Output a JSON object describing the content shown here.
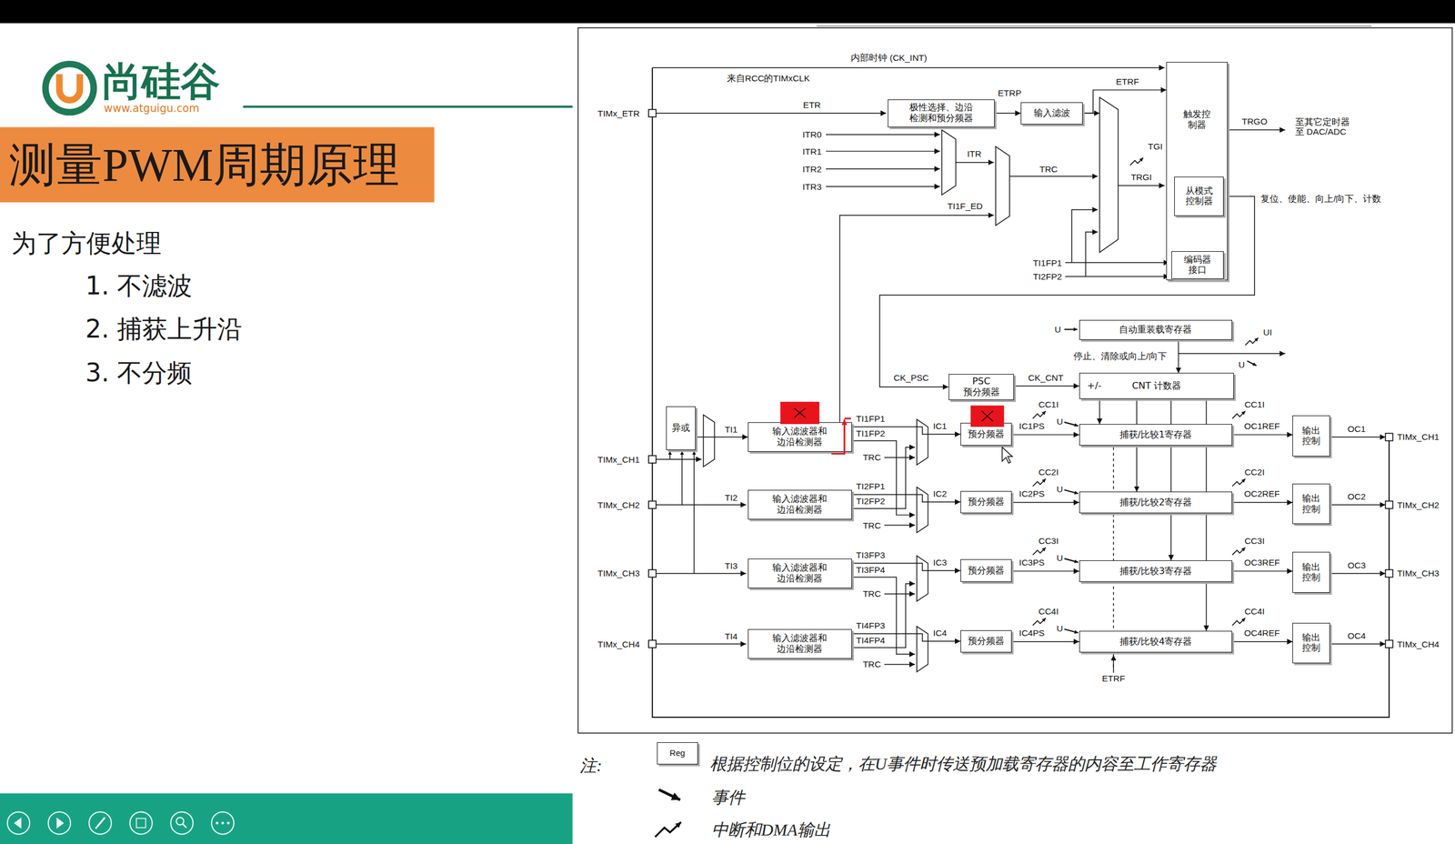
{
  "diagram": {
    "title": "测量PWM周期原理",
    "nodes": [
      {
        "text": [
          "极性选择、边沿检测和预分频器"
        ]
      },
      {
        "text": [
          "输入滤波"
        ]
      },
      {
        "text": [
          "触发控制器"
        ]
      },
      {
        "text": [
          "从模式控制器"
        ],
        "in": 2
      },
      {
        "text": [
          "编码器接口"
        ],
        "in": 2
      },
      {
        "text": [
          "自动重装载寄存器"
        ]
      },
      {
        "text": [
          "PSC",
          "预分频器"
        ]
      },
      {
        "text": [
          "+/-",
          "CNT 计数器"
        ]
      },
      {
        "text": [
          "异或"
        ]
      },
      {
        "text": [
          "输入滤波器和边沿检测器"
        ]
      },
      {
        "text": [
          "预分频器"
        ]
      },
      {
        "text": [
          "捕获/比较1寄存器"
        ]
      },
      {
        "text": [
          "输出控制"
        ]
      },
      {
        "text": [
          "输入滤波器和边沿检测器"
        ]
      },
      {
        "text": [
          "预分频器"
        ]
      },
      {
        "text": [
          "捕获/比较2寄存器"
        ]
      },
      {
        "text": [
          "输出控制"
        ]
      },
      {
        "text": [
          "输入滤波器和边沿检测器"
        ]
      },
      {
        "text": [
          "预分频器"
        ]
      },
      {
        "text": [
          "捕获/比较3寄存器"
        ]
      },
      {
        "text": [
          "输出控制"
        ]
      },
      {
        "text": [
          "输入滤波器和边沿检测器"
        ]
      },
      {
        "text": [
          "预分频器"
        ]
      },
      {
        "text": [
          "捕获/比较4寄存器"
        ]
      },
      {
        "text": [
          "输出控制"
        ]
      },
      {
        "text": [
          "Reg"
        ]
      }
    ],
    "edges": [
      {
        "from": 0,
        "to": 1,
        "arrow": "to"
      },
      {
        "from": 1,
        "to": 2,
        "arrow": "to"
      },
      {
        "from": 3,
        "to": 6,
        "arrow": "to"
      },
      {
        "from": 6,
        "to": 7,
        "arrow": "to"
      },
      {
        "from": 5,
        "to": 7,
        "arrow": "to"
      },
      {
        "from": 7,
        "to": 11,
        "arrow": "to"
      },
      {
        "from": 7,
        "to": 15,
        "arrow": "to"
      },
      {
        "from": 7,
        "to": 19,
        "arrow": "to"
      },
      {
        "from": 7,
        "to": 23,
        "arrow": "to"
      },
      {
        "from": 8,
        "to": 9,
        "arrow": "to"
      },
      {
        "from": 9,
        "to": 10,
        "arrow": "to"
      },
      {
        "from": 10,
        "to": 11,
        "arrow": "to"
      },
      {
        "from": 11,
        "to": 12,
        "arrow": "to"
      },
      {
        "from": 13,
        "to": 14,
        "arrow": "to"
      },
      {
        "from": 14,
        "to": 15,
        "arrow": "to"
      },
      {
        "from": 15,
        "to": 16,
        "arrow": "to"
      },
      {
        "from": 17,
        "to": 18,
        "arrow": "to"
      },
      {
        "from": 18,
        "to": 19,
        "arrow": "to"
      },
      {
        "from": 19,
        "to": 20,
        "arrow": "to"
      },
      {
        "from": 21,
        "to": 22,
        "arrow": "to"
      },
      {
        "from": 22,
        "to": 23,
        "arrow": "to"
      },
      {
        "from": 23,
        "to": 24,
        "arrow": "to"
      }
    ],
    "labels": [
      "尚硅谷",
      "www.atguigu.com",
      "为了方便处理",
      "1. 不滤波",
      "2. 捕获上升沿",
      "3. 不分频",
      "内部时钟 (CK_INT)",
      "来自RCC的TIMxCLK",
      "TIMx_ETR",
      "ETR",
      "ETRP",
      "ETRF",
      "ITR0",
      "ITR1",
      "ITR2",
      "ITR3",
      "ITR",
      "TI1F_ED",
      "TRC",
      "TGI",
      "TRGI",
      "TRGO",
      "至其它定时器 至 DAC/ADC",
      "复位、使能、向上/向下、计数",
      "TI1FP1",
      "TI2FP2",
      "U",
      "UI",
      "停止、清除或向上/向下",
      "U",
      "CK_PSC",
      "CK_CNT",
      "CC1I",
      "CC1I",
      "TI1",
      "TI1FP1",
      "IC1",
      "U",
      "IC1PS",
      "OC1REF",
      "OC1",
      "TI1FP2",
      "TIMx_CH1",
      "TIMx_CH1",
      "TRC",
      "CC2I",
      "CC2I",
      "TI2",
      "TI2FP1",
      "IC2",
      "U",
      "IC2PS",
      "OC2REF",
      "OC2",
      "TI2FP2",
      "TIMx_CH2",
      "TIMx_CH2",
      "TRC",
      "CC3I",
      "CC3I",
      "TI3",
      "TI3FP3",
      "IC3",
      "U",
      "IC3PS",
      "OC3REF",
      "OC3",
      "TI3FP4",
      "TIMx_CH3",
      "TIMx_CH3",
      "TRC",
      "CC4I",
      "CC4I",
      "TI4",
      "TI4FP3",
      "IC4",
      "U",
      "IC4PS",
      "OC4REF",
      "OC4",
      "TI4FP4",
      "TIMx_CH4",
      "TIMx_CH4",
      "TRC",
      "ETRF",
      "注:"
    ],
    "legend": [
      {
        "text": "根据控制位的设定，在U事件时传送预加载寄存器的内容至工作寄存器"
      },
      {
        "text": "事件"
      },
      {
        "text": "中断和DMA输出"
      }
    ]
  }
}
